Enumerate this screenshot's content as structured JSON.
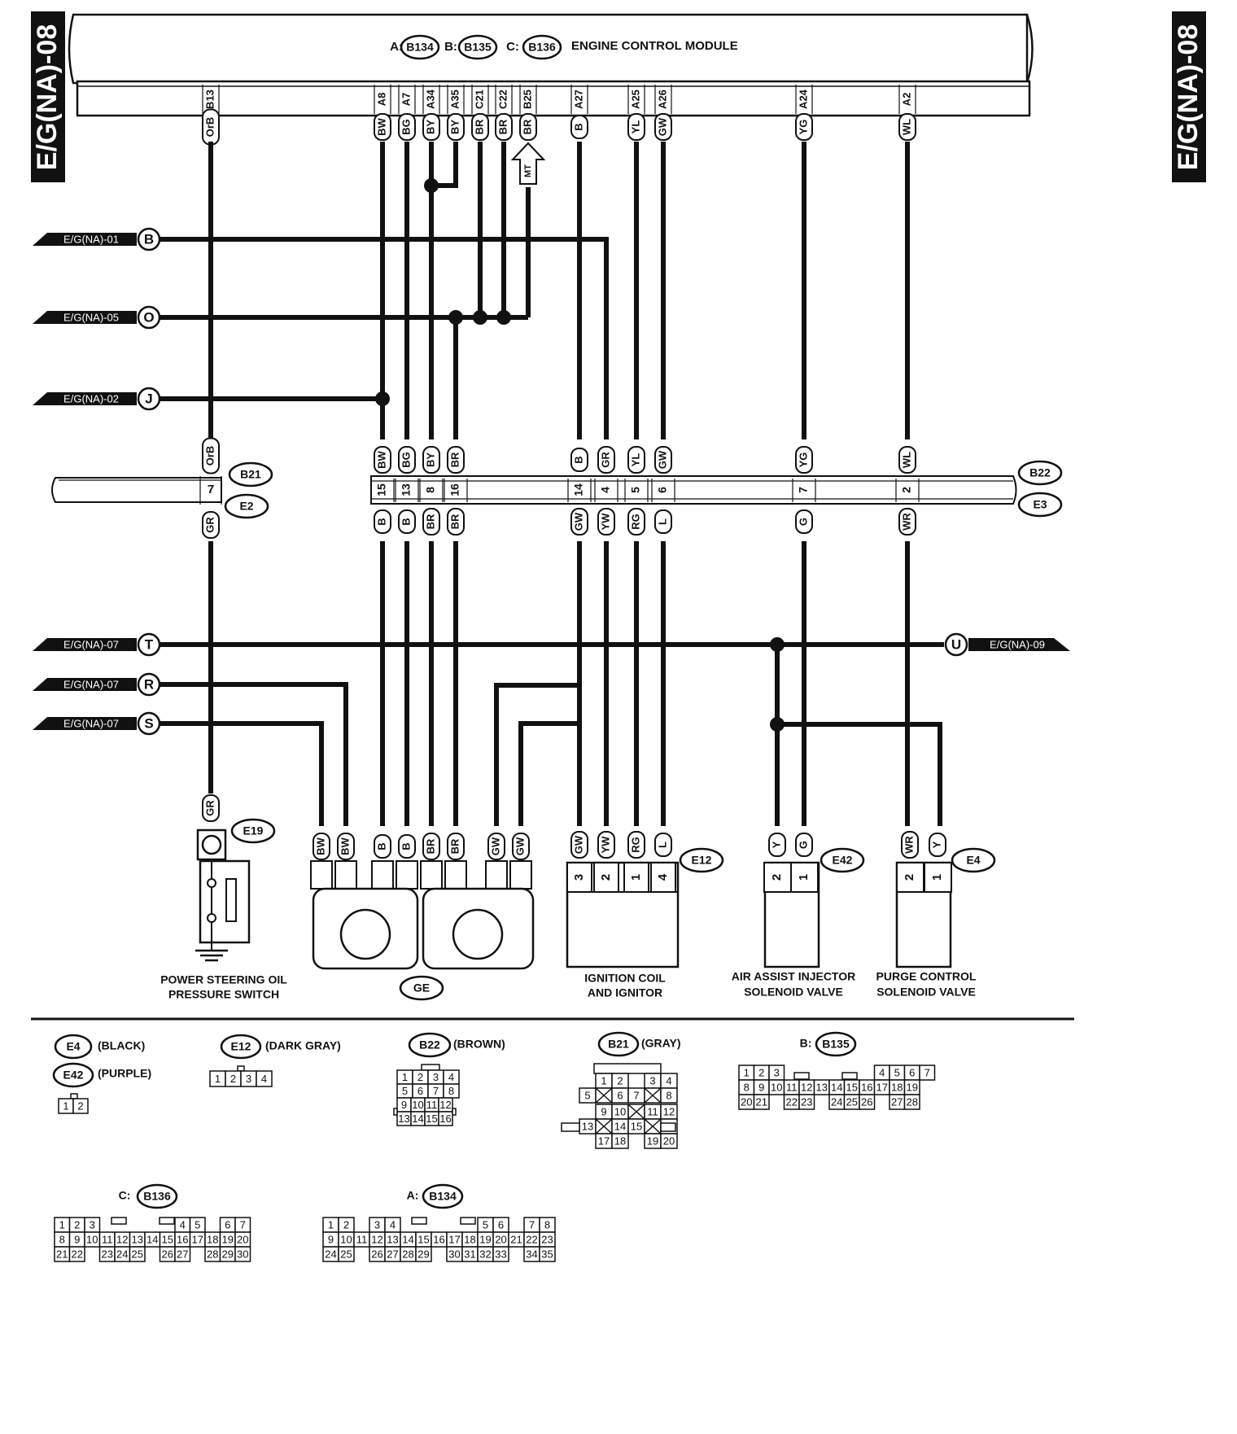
{
  "page_tag": "E/G(NA)-08",
  "ecm": {
    "label_a": "A:",
    "conn_a": "B134",
    "label_b": "B:",
    "conn_b": "B135",
    "label_c": "C:",
    "conn_c": "B136",
    "title": "ENGINE CONTROL MODULE"
  },
  "ecm_pins": [
    {
      "pin": "B13",
      "wire": "OrB"
    },
    {
      "pin": "A8",
      "wire": "BW"
    },
    {
      "pin": "A7",
      "wire": "BG"
    },
    {
      "pin": "A34",
      "wire": "BY"
    },
    {
      "pin": "A35",
      "wire": "BY"
    },
    {
      "pin": "C21",
      "wire": "BR"
    },
    {
      "pin": "C22",
      "wire": "BR"
    },
    {
      "pin": "B25",
      "wire": "BR"
    },
    {
      "pin": "A27",
      "wire": "B"
    },
    {
      "pin": "A25",
      "wire": "YL"
    },
    {
      "pin": "A26",
      "wire": "GW"
    },
    {
      "pin": "A24",
      "wire": "YG"
    },
    {
      "pin": "A2",
      "wire": "WL"
    }
  ],
  "mt_label": "MT",
  "references": [
    {
      "text": "E/G(NA)-01",
      "letter": "B"
    },
    {
      "text": "E/G(NA)-05",
      "letter": "O"
    },
    {
      "text": "E/G(NA)-02",
      "letter": "J"
    },
    {
      "text": "E/G(NA)-07",
      "letter": "T"
    },
    {
      "text": "E/G(NA)-07",
      "letter": "R"
    },
    {
      "text": "E/G(NA)-07",
      "letter": "S"
    },
    {
      "text": "E/G(NA)-09",
      "letter": "U"
    }
  ],
  "b21_e2": {
    "top_conn": "B21",
    "bottom_conn": "E2",
    "pins": [
      {
        "top_wire": "OrB",
        "pin": "7",
        "bottom_wire": "GR"
      }
    ]
  },
  "b22_e3": {
    "top_conn": "B22",
    "bottom_conn": "E3",
    "pins": [
      {
        "top_wire": "BW",
        "pin": "15",
        "bottom_wire": "B"
      },
      {
        "top_wire": "BG",
        "pin": "13",
        "bottom_wire": "B"
      },
      {
        "top_wire": "BY",
        "pin": "8",
        "bottom_wire": "BR"
      },
      {
        "top_wire": "BR",
        "pin": "16",
        "bottom_wire": "BR"
      },
      {
        "top_wire": "B",
        "pin": "14",
        "bottom_wire": "GW"
      },
      {
        "top_wire": "GR",
        "pin": "4",
        "bottom_wire": "YW"
      },
      {
        "top_wire": "YL",
        "pin": "5",
        "bottom_wire": "RG"
      },
      {
        "top_wire": "GW",
        "pin": "6",
        "bottom_wire": "L"
      },
      {
        "top_wire": "YG",
        "pin": "7",
        "bottom_wire": "G"
      },
      {
        "top_wire": "WL",
        "pin": "2",
        "bottom_wire": "WR"
      }
    ]
  },
  "components": {
    "ps_switch": {
      "conn": "E19",
      "wire": "GR",
      "label_1": "POWER STEERING OIL",
      "label_2": "PRESSURE SWITCH"
    },
    "ge": {
      "label": "GE",
      "wires": [
        "BW",
        "BW",
        "B",
        "B",
        "BR",
        "BR",
        "GW",
        "GW"
      ]
    },
    "ignition": {
      "conn": "E12",
      "label_1": "IGNITION COIL",
      "label_2": "AND IGNITOR",
      "wires": [
        "GW",
        "YW",
        "RG",
        "L"
      ],
      "pins": [
        "3",
        "2",
        "1",
        "4"
      ]
    },
    "air_assist": {
      "conn": "E42",
      "label_1": "AIR ASSIST INJECTOR",
      "label_2": "SOLENOID VALVE",
      "wires": [
        "Y",
        "G"
      ],
      "pins": [
        "2",
        "1"
      ]
    },
    "purge": {
      "conn": "E4",
      "label_1": "PURGE CONTROL",
      "label_2": "SOLENOID VALVE",
      "wires": [
        "WR",
        "Y"
      ],
      "pins": [
        "2",
        "1"
      ]
    }
  },
  "legend": {
    "e4": {
      "conn": "E4",
      "color": "(BLACK)"
    },
    "e42": {
      "conn": "E42",
      "color": "(PURPLE)"
    },
    "e12": {
      "conn": "E12",
      "color": "(DARK GRAY)"
    },
    "b22": {
      "conn": "B22",
      "color": "(BROWN)"
    },
    "b21": {
      "conn": "B21",
      "color": "(GRAY)"
    },
    "b135": {
      "prefix": "B:",
      "conn": "B135"
    },
    "b136": {
      "prefix": "C:",
      "conn": "B136"
    },
    "b134": {
      "prefix": "A:",
      "conn": "B134"
    }
  }
}
